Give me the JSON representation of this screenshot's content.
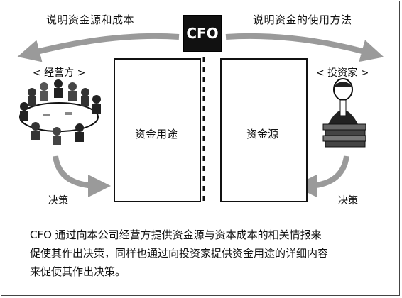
{
  "top": {
    "left_text": "说明资金源和成本",
    "right_text": "说明资金的使用方法",
    "cfo_label": "CFO"
  },
  "left_party": {
    "label": "< 经营方 >",
    "decision": "决策"
  },
  "right_party": {
    "label": "< 投资家 >",
    "decision": "决策"
  },
  "boxes": {
    "left_label": "资金用途",
    "right_label": "资金源"
  },
  "caption": {
    "line1": "CFO 通过向本公司经营方提供资金源与资本成本的相关情报来",
    "line2": "促使其作出决策，同样也通过向投资家提供资金用途的详细内容",
    "line3": "来促使其作出决策。"
  },
  "colors": {
    "arrow_gray": "#9a9a9a",
    "ink": "#111111"
  }
}
